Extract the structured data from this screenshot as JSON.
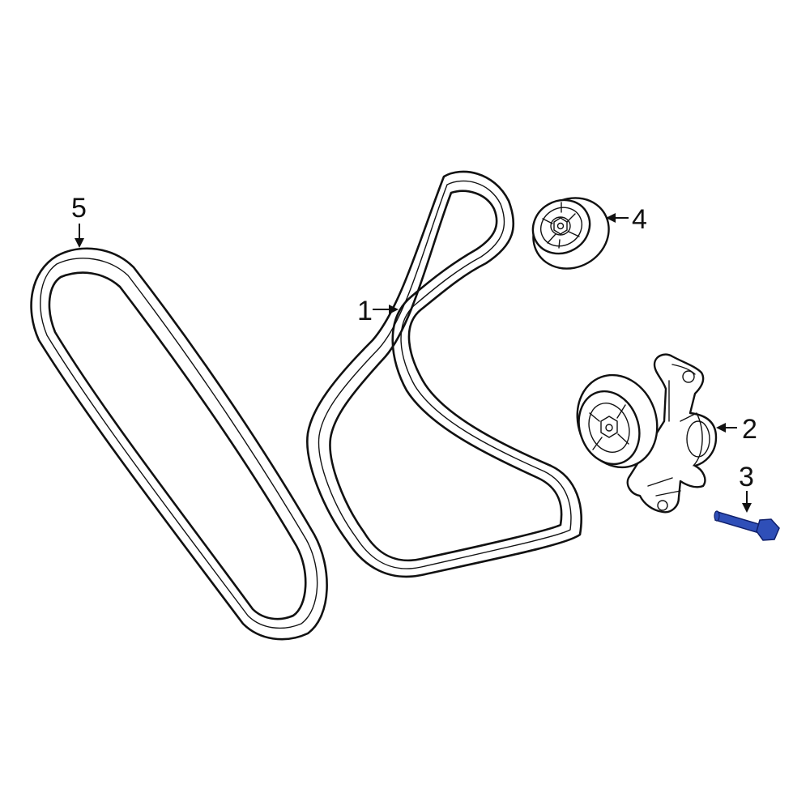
{
  "diagram": {
    "colors": {
      "line": "#111111",
      "background": "#ffffff",
      "highlight": "#2f4fb8",
      "highlight_dark": "#0f1f6a"
    },
    "callouts": [
      {
        "id": "1",
        "label": "1"
      },
      {
        "id": "2",
        "label": "2"
      },
      {
        "id": "3",
        "label": "3"
      },
      {
        "id": "4",
        "label": "4"
      },
      {
        "id": "5",
        "label": "5"
      }
    ],
    "highlighted_part": "3"
  }
}
